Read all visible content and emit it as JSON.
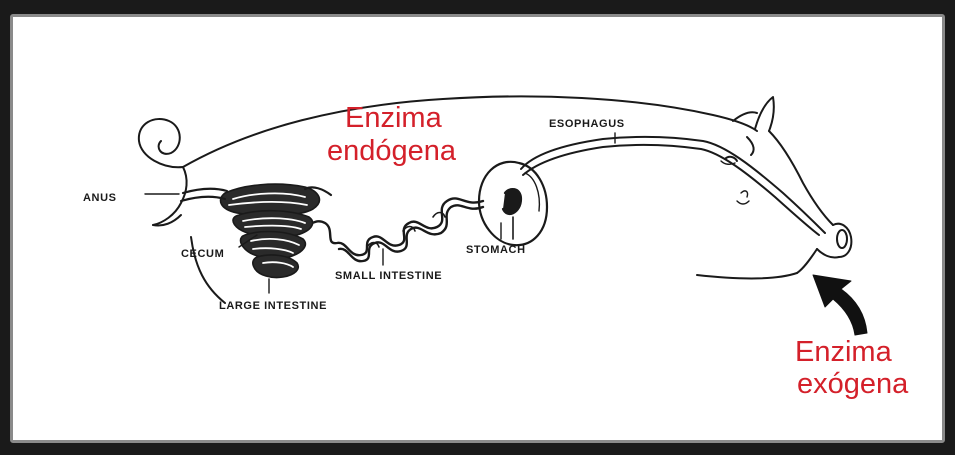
{
  "labels": {
    "anus": "ANUS",
    "cecum": "CECUM",
    "large_intestine": "LARGE INTESTINE",
    "small_intestine": "SMALL INTESTINE",
    "stomach": "STOMACH",
    "esophagus": "ESOPHAGUS"
  },
  "annotations": {
    "endogenous_line1": "Enzima",
    "endogenous_line2": "endógena",
    "exogenous_line1": "Enzima",
    "exogenous_line2": "exógena"
  },
  "colors": {
    "annotation": "#d4202a",
    "ink": "#1a1a1a",
    "frame": "#1a1a1a"
  },
  "icons": {
    "arrow": "curved-arrow-up-icon"
  }
}
